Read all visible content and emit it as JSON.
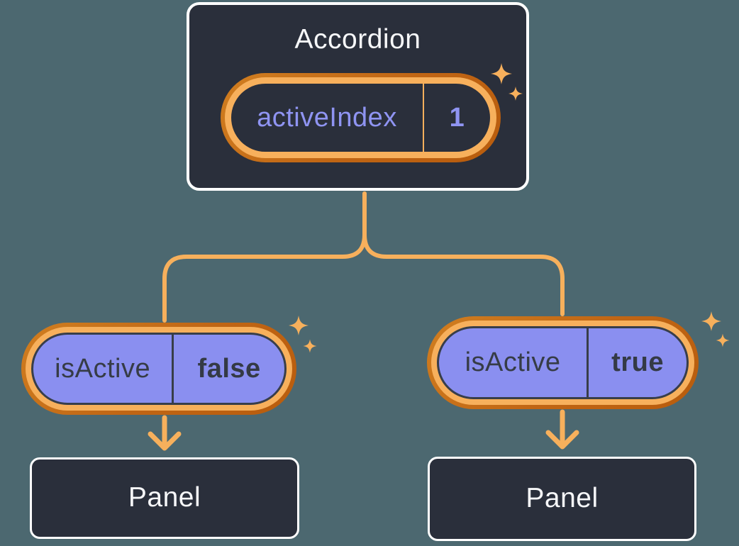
{
  "accordion": {
    "title": "Accordion",
    "state": {
      "name": "activeIndex",
      "value": "1"
    }
  },
  "items": [
    {
      "state": {
        "name": "isActive",
        "value": "false"
      },
      "panel": {
        "title": "Panel"
      }
    },
    {
      "state": {
        "name": "isActive",
        "value": "true"
      },
      "panel": {
        "title": "Panel"
      }
    }
  ],
  "colors": {
    "background": "#4C6870",
    "node_fill": "#2A2F3B",
    "node_border": "#FFFFFF",
    "highlight_ring_outer": "#C06514",
    "highlight_ring_inner": "#F7B05C",
    "connector": "#F7B05C",
    "sparkle": "#F7B05C",
    "state_pill_purple": "#8A8FF0",
    "state_text_purple": "#8F94F2",
    "state_text_dark": "#363C46",
    "title_text": "#F6F7F9"
  }
}
